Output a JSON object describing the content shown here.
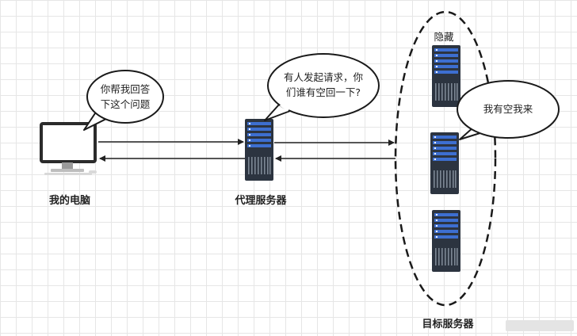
{
  "labels": {
    "my_computer": "我的电脑",
    "proxy_server": "代理服务器",
    "target_servers": "目标服务器",
    "hidden": "隐藏"
  },
  "bubbles": {
    "computer": [
      "你帮我回答",
      "下这个问题"
    ],
    "proxy": [
      "有人发起请求，你",
      "们谁有空回一下?"
    ],
    "target": "我有空我来"
  },
  "colors": {
    "server_body": "#2c3440",
    "server_slot": "#3d6fd1",
    "arrow": "#222222",
    "monitor_frame": "#2b2b2b"
  }
}
